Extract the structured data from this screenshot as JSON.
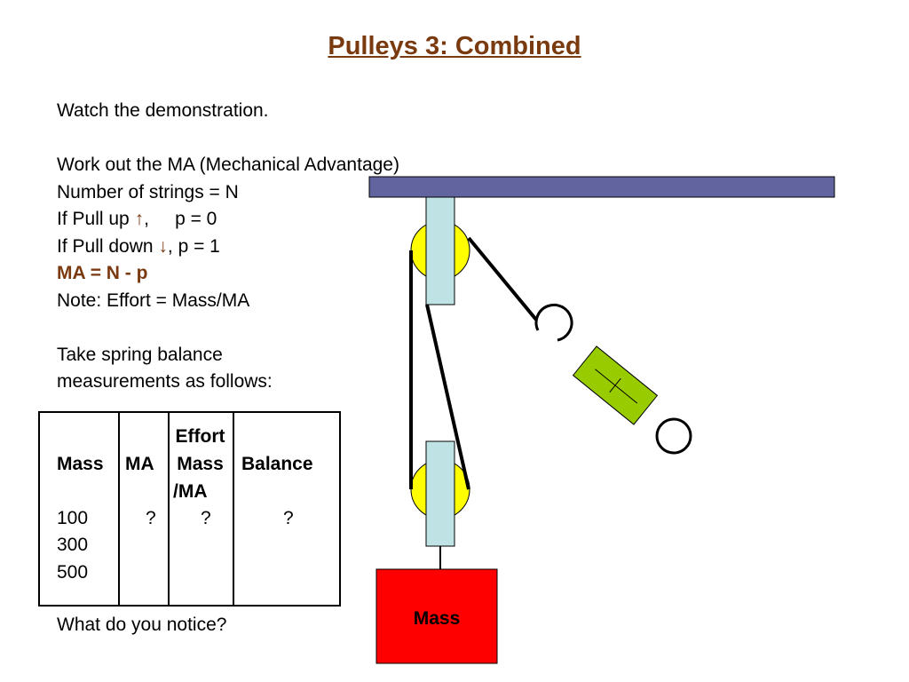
{
  "title": "Pulleys 3: Combined",
  "instructions": {
    "watch": "Watch the demonstration.",
    "work_out": "Work out the MA (Mechanical Advantage)",
    "strings": "Number of strings = N",
    "pull_up_prefix": "If Pull up ",
    "pull_up_arrow": "↑",
    "pull_up_suffix": ",     p = 0",
    "pull_down_prefix": "If Pull down ",
    "pull_down_arrow": "↓",
    "pull_down_suffix": ", p = 1",
    "ma_formula": "MA = N - p",
    "note": "Note: Effort = Mass/MA",
    "take_1": "Take spring balance",
    "take_2": "measurements as follows:"
  },
  "table": {
    "headers": {
      "mass": "Mass",
      "ma": "MA",
      "effort_1": "Effort",
      "effort_2": "Mass",
      "effort_3": "/MA",
      "balance": "Balance"
    },
    "rows": [
      {
        "mass": "100",
        "ma": "?",
        "effort": "?",
        "balance": "?"
      },
      {
        "mass": "300",
        "ma": "",
        "effort": "",
        "balance": ""
      },
      {
        "mass": "500",
        "ma": "",
        "effort": "",
        "balance": ""
      }
    ]
  },
  "question": "What do you notice?",
  "diagram": {
    "mass_label": "Mass",
    "colors": {
      "title": "#7a3a10",
      "beam": "#6264a0",
      "pulley_wheel": "#ffff00",
      "pulley_block": "#bfe3e5",
      "spring_balance": "#99cc00",
      "mass_block": "#ff0000"
    }
  }
}
